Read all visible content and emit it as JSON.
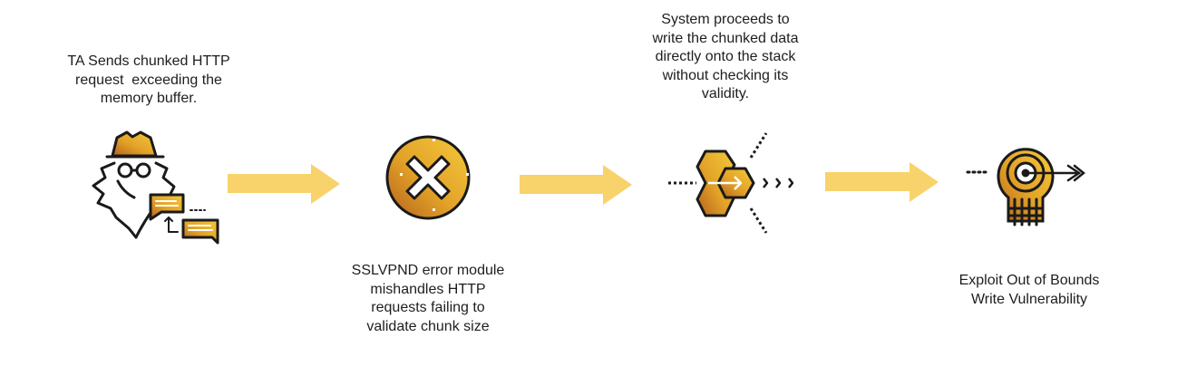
{
  "colors": {
    "arrow": "#F8D26B",
    "icon_gold_light": "#F2C230",
    "icon_gold_dark": "#B5651D",
    "outline": "#1a1a1a",
    "text": "#1e1e1e"
  },
  "steps": [
    {
      "id": "step-1",
      "icon": "hacker-icon",
      "caption_lines": [
        "TA Sends chunked HTTP",
        "request  exceeding the",
        "memory buffer."
      ]
    },
    {
      "id": "step-2",
      "icon": "error-x-icon",
      "caption_lines": [
        "SSLVPND error module",
        "mishandles HTTP",
        "requests failing to",
        "validate chunk size"
      ]
    },
    {
      "id": "step-3",
      "icon": "hexagon-data-write-icon",
      "caption_lines": [
        "System proceeds to",
        "write the chunked data",
        "directly onto the stack",
        "without checking its",
        "validity."
      ]
    },
    {
      "id": "step-4",
      "icon": "target-exploit-icon",
      "caption_lines": [
        "Exploit Out of Bounds",
        "Write Vulnerability"
      ]
    }
  ],
  "connectors": [
    "arrow-right",
    "arrow-right",
    "arrow-right"
  ]
}
